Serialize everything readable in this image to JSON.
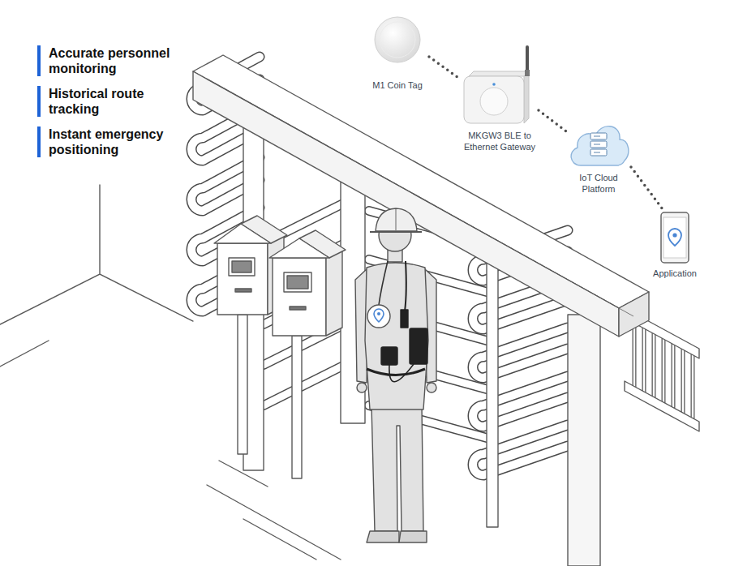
{
  "diagram": {
    "nodes": [
      {
        "text": [
          "M1 Coin Tag"
        ]
      },
      {
        "text": [
          "MKGW3 BLE to Ethernet Gateway"
        ]
      },
      {
        "text": [
          "IoT Cloud Platform"
        ]
      },
      {
        "text": [
          "Application"
        ]
      }
    ],
    "edges": [
      {
        "from": 0,
        "to": 1,
        "arrow": "none"
      },
      {
        "from": 1,
        "to": 2,
        "arrow": "none"
      },
      {
        "from": 2,
        "to": 3,
        "arrow": "none"
      }
    ],
    "labels": [
      "Accurate personnel monitoring",
      "Historical route tracking",
      "Instant emergency positioning"
    ]
  }
}
